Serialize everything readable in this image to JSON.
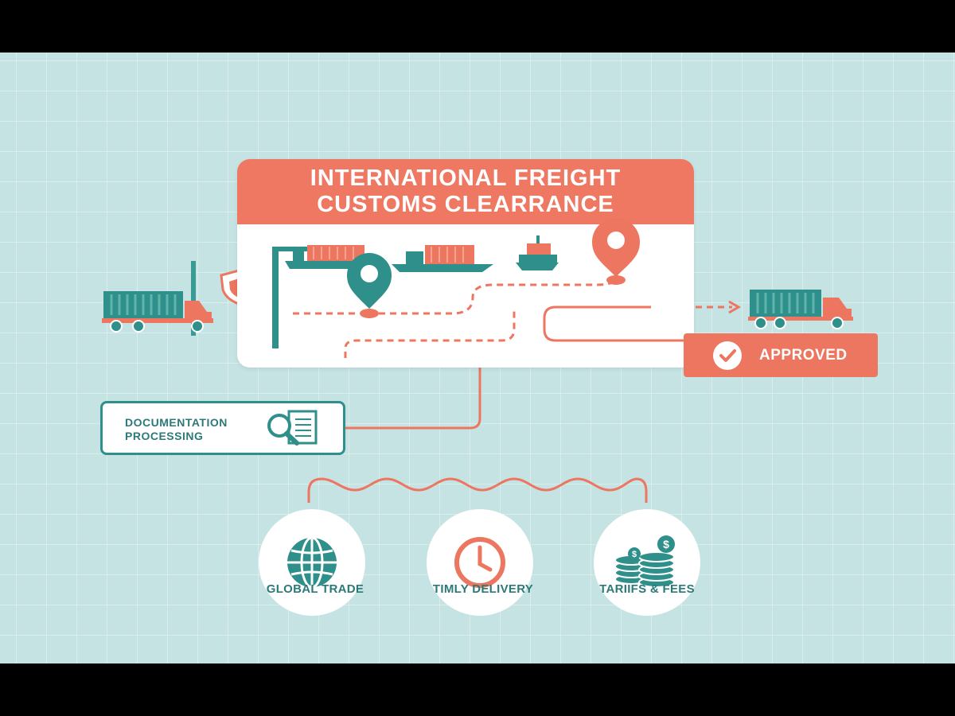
{
  "title": {
    "line1": "INTERNATIONAL FREIGHT",
    "line2": "CUSTOMS CLEARRANCE"
  },
  "status_badge": {
    "label": "APPROVED",
    "icon": "check-icon"
  },
  "documentation": {
    "line1": "DOCUMENTATION",
    "line2": "PROCESSING",
    "icon": "document-search-icon"
  },
  "features": [
    {
      "label": "GLOBAL TRADE",
      "icon": "globe-icon"
    },
    {
      "label": "TIMLY DELIVERY",
      "icon": "clock-icon"
    },
    {
      "label": "TARIIFS & FEES",
      "icon": "coins-icon"
    }
  ],
  "colors": {
    "coral": "#ee7861",
    "teal": "#2f8f8a",
    "background": "#c6e3e4"
  }
}
